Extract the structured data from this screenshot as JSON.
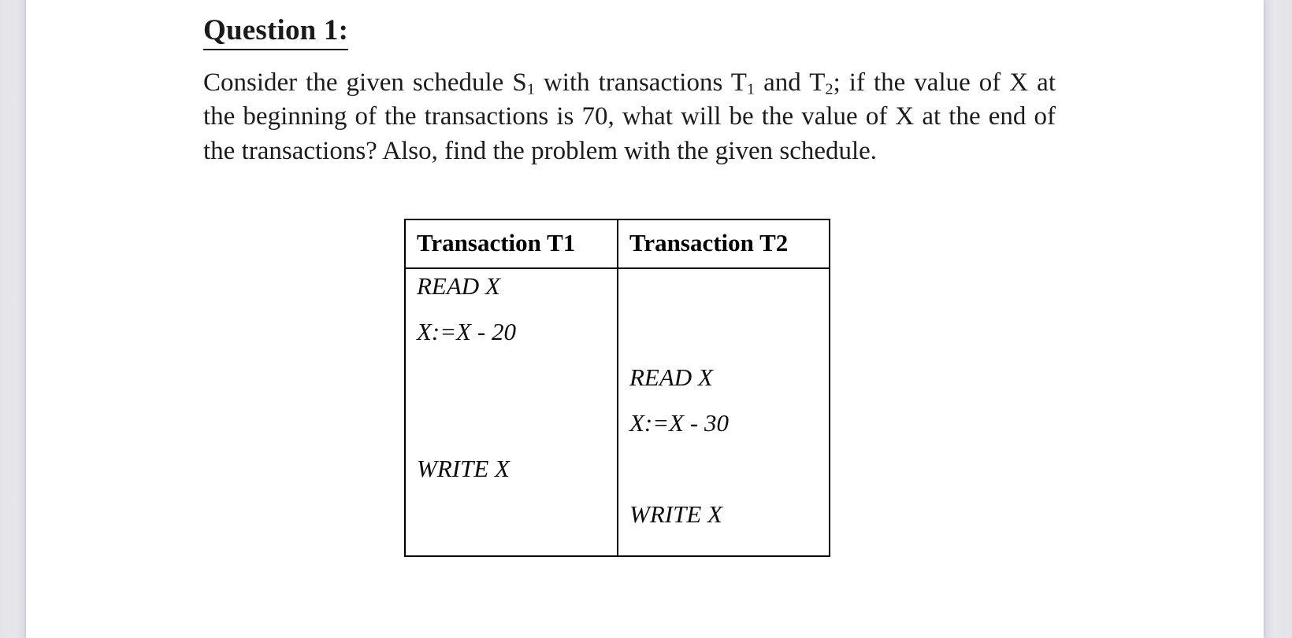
{
  "document": {
    "heading": "Question 1:",
    "paragraph_runs": [
      {
        "t": "Consider the given schedule S",
        "sub": false
      },
      {
        "t": "1",
        "sub": true
      },
      {
        "t": " with transactions T",
        "sub": false
      },
      {
        "t": "1",
        "sub": true
      },
      {
        "t": " and T",
        "sub": false
      },
      {
        "t": "2",
        "sub": true
      },
      {
        "t": "; if the value of X at the beginning of the transactions is 70, what will be the value of X at the end of the transactions? Also, find the problem with the given schedule.",
        "sub": false
      }
    ],
    "paragraph_plain": "Consider the given schedule S1 with transactions T1 and T2; if the value of X at the beginning of the transactions is 70, what will be the value of X at the end of the transactions? Also, find the problem with the given schedule."
  },
  "schedule_table": {
    "headers": [
      "Transaction T1",
      "Transaction T2"
    ],
    "rows": [
      {
        "t1": "READ X",
        "t2": ""
      },
      {
        "t1": "X:=X - 20",
        "t2": ""
      },
      {
        "t1": "",
        "t2": "READ X"
      },
      {
        "t1": "",
        "t2": "X:=X - 30"
      },
      {
        "t1": "WRITE X",
        "t2": ""
      },
      {
        "t1": "",
        "t2": "WRITE X"
      }
    ]
  },
  "colors": {
    "page_background": "#ffffff",
    "gutter_background": "#e5e5ea",
    "text": "#1c1c1c",
    "table_border": "#000000"
  }
}
